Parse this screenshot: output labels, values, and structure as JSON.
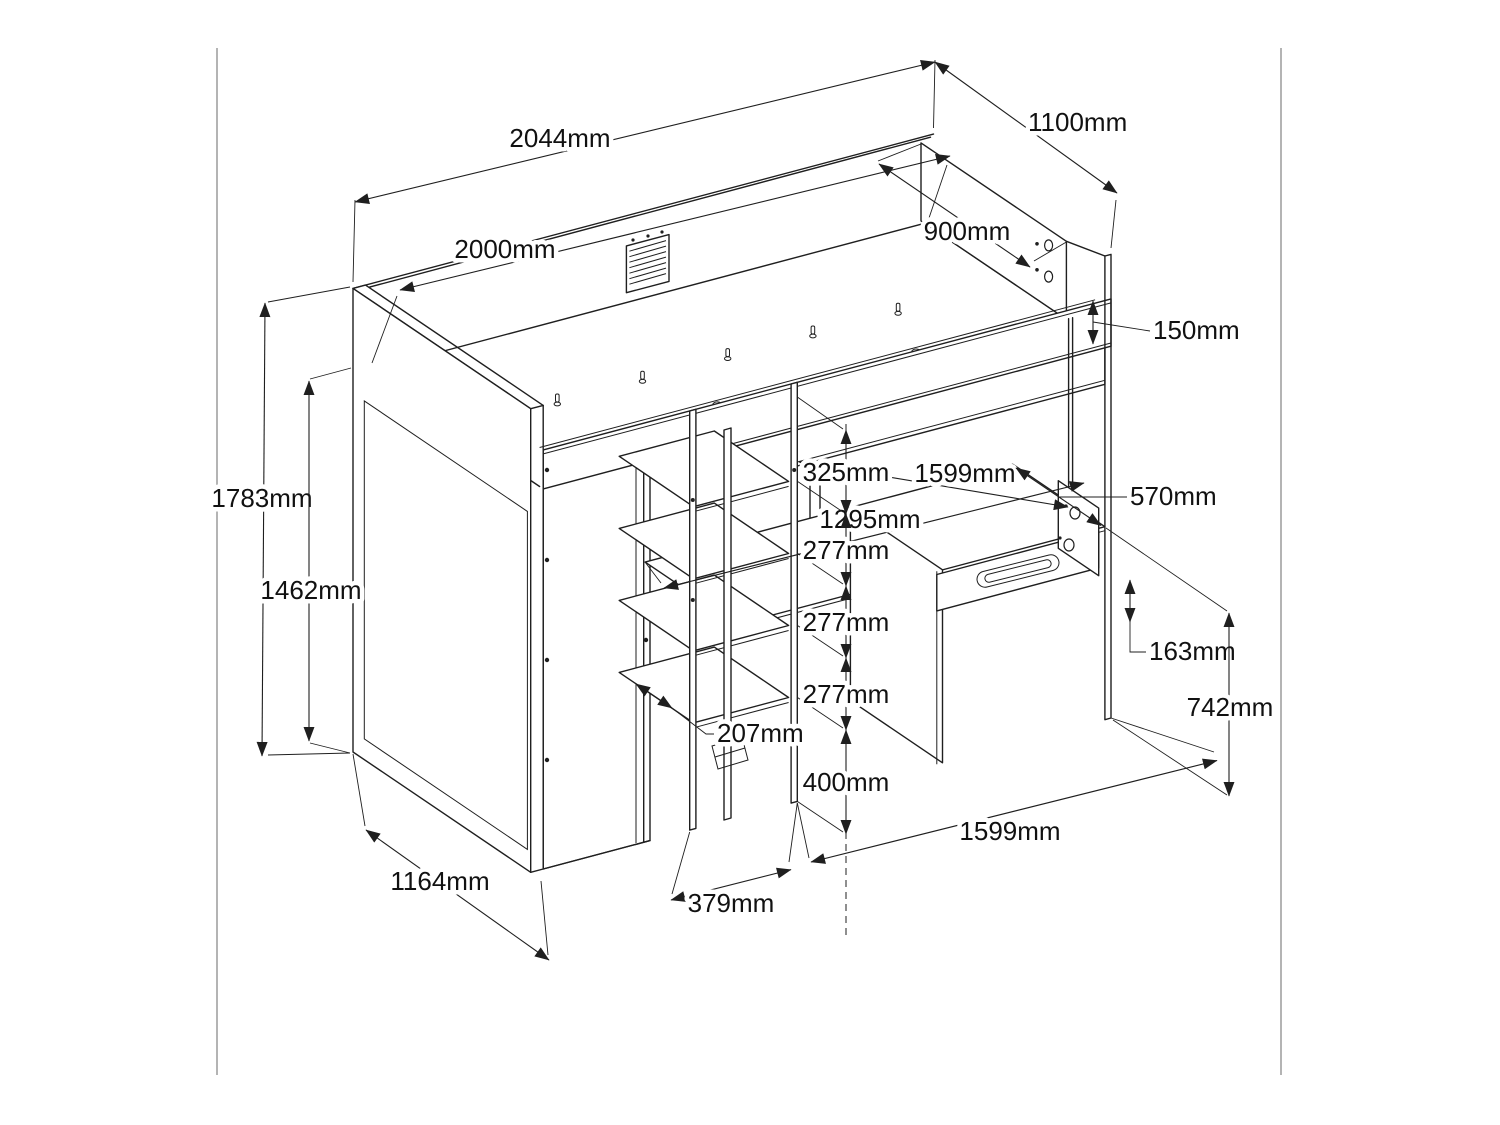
{
  "document": {
    "type": "furniture-technical-drawing",
    "subject": "loft bed with wardrobe, shelf unit and desk",
    "unit": "mm",
    "projection": "isometric line drawing"
  },
  "colors": {
    "background": "#ffffff",
    "line": "#1f1f1f",
    "page_border": "#9c9c9c"
  },
  "dims": {
    "d2044": "2044mm",
    "d1100": "1100mm",
    "d2000": "2000mm",
    "d900": "900mm",
    "d150": "150mm",
    "d1783": "1783mm",
    "d1462": "1462mm",
    "d1164": "1164mm",
    "d1599_upper": "1599mm",
    "d570": "570mm",
    "d1295": "1295mm",
    "d325": "325mm",
    "d277_top": "277mm",
    "d277_mid": "277mm",
    "d277_low": "277mm",
    "d207": "207mm",
    "d163": "163mm",
    "d742": "742mm",
    "d1599_lower": "1599mm",
    "d379": "379mm",
    "d400": "400mm"
  }
}
